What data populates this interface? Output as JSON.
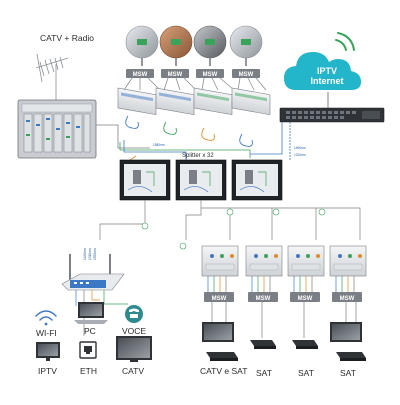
{
  "labels": {
    "catv_radio": "CATV + Radio",
    "iptv_internet_line1": "IPTV",
    "iptv_internet_line2": "Internet",
    "splitter": "Splitter x 32",
    "msw": "MSW",
    "wifi": "WI-FI",
    "pc": "PC",
    "voce": "VOCE",
    "iptv": "IPTV",
    "eth": "ETH",
    "catv": "CATV",
    "catv_e_sat": "CATV e SAT",
    "sat_1": "SAT",
    "sat_2": "SAT",
    "sat_3": "SAT"
  },
  "wavelengths": {
    "w1490_top": "1490nm",
    "w1310_top": "1310nm",
    "w1550_mid": "1550nm",
    "w1490_left": "1490nm",
    "w1310_left": "1310nm",
    "w1550_left": "1550nm"
  },
  "colors": {
    "fiber_blue": "#3d78c4",
    "fiber_green": "#3aa35a",
    "fiber_orange": "#e08b2a",
    "fiber_grey": "#7f7f7f",
    "cloud": "#23b5c9",
    "dish_copper": "#b07a55",
    "dish_silver": "#b9bec4",
    "msw_box": "#7a7f86",
    "text": "#2b2b2b"
  },
  "icons": [
    "yagi-antenna-icon",
    "dish-icon",
    "cloud-icon",
    "wifi-signal-icon",
    "router-icon",
    "laptop-icon",
    "telephone-icon",
    "tv-icon",
    "ethernet-port-icon",
    "headend-rack-icon",
    "switch-icon",
    "settop-box-icon"
  ]
}
